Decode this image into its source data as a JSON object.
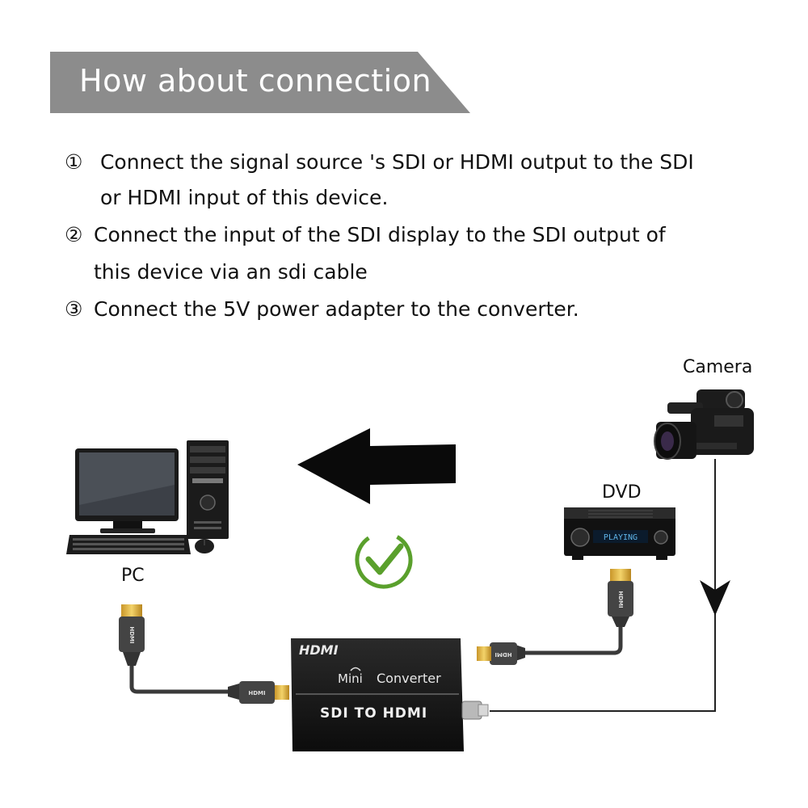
{
  "header": {
    "title": "How about connection"
  },
  "steps": [
    {
      "number": "①",
      "line1": " Connect the signal source 's  SDI   or HDMI output to the SDI",
      "line2": "or HDMI  input of this device."
    },
    {
      "number": "②",
      "line1": "Connect the input of  the SDI  display to the SDI  output of",
      "line2": "this device via an  sdi  cable"
    },
    {
      "number": "③",
      "line1": "Connect the 5V power adapter  to the converter.",
      "line2": ""
    }
  ],
  "devices": {
    "camera_label": "Camera",
    "dvd_label": "DVD",
    "pc_label": "PC",
    "dvd_display": "PLAYING"
  },
  "converter": {
    "brand": "HDMI",
    "mini": "Mini",
    "converter": "Converter",
    "model": "SDI TO HDMI"
  },
  "plug_text": "HDMI",
  "colors": {
    "banner": "#8c8c8c",
    "check": "#5aa02c",
    "arrow": "#0a0a0a",
    "connector_gold": "#e2b43a",
    "cable": "#3a3a3a"
  },
  "icons": [
    "left-arrow-icon",
    "check-icon",
    "down-arrow-icon"
  ]
}
